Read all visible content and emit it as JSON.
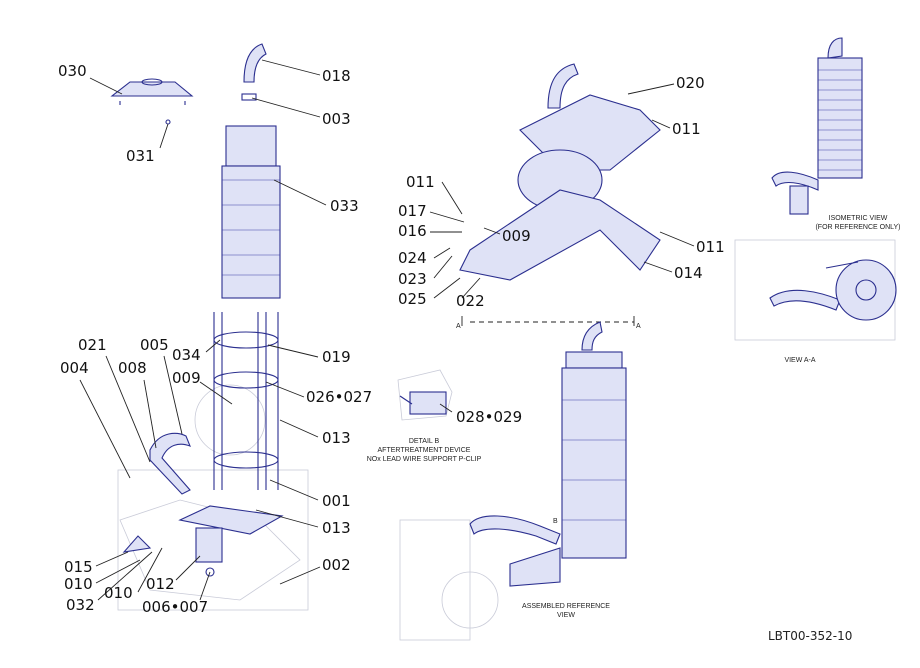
{
  "labels": {
    "l030": "030",
    "l031": "031",
    "l018": "018",
    "l003": "003",
    "l033": "033",
    "l034": "034",
    "l019": "019",
    "l026": "026•027",
    "l013a": "013",
    "l001": "001",
    "l013b": "013",
    "l002": "002",
    "l021": "021",
    "l005": "005",
    "l004": "004",
    "l008": "008",
    "l009a": "009",
    "l015": "015",
    "l010a": "010",
    "l032": "032",
    "l010b": "010",
    "l012": "012",
    "l006": "006•007",
    "l020": "020",
    "l011a": "011",
    "l011b": "011",
    "l017": "017",
    "l016": "016",
    "l009b": "009",
    "l024": "024",
    "l023": "023",
    "l025": "025",
    "l022": "022",
    "l011c": "011",
    "l014": "014",
    "l028": "028•029"
  },
  "notes": {
    "detail_b_1": "DETAIL  B",
    "detail_b_2": "AFTERTREATMENT DEVICE",
    "detail_b_3": "NOx LEAD WIRE SUPPORT P-CLIP",
    "iso_1": "ISOMETRIC VIEW",
    "iso_2": "(FOR REFERENCE ONLY)",
    "view_aa": "VIEW A-A",
    "asm_1": "ASSEMBLED REFERENCE",
    "asm_2": "VIEW",
    "marker_a_left": "A",
    "marker_a_right": "A",
    "marker_b": "B"
  },
  "drawing_code": "LBT00-352-10",
  "colors": {
    "line": "#2b2f8f",
    "fill": "#dfe2f6",
    "text": "#111111"
  }
}
